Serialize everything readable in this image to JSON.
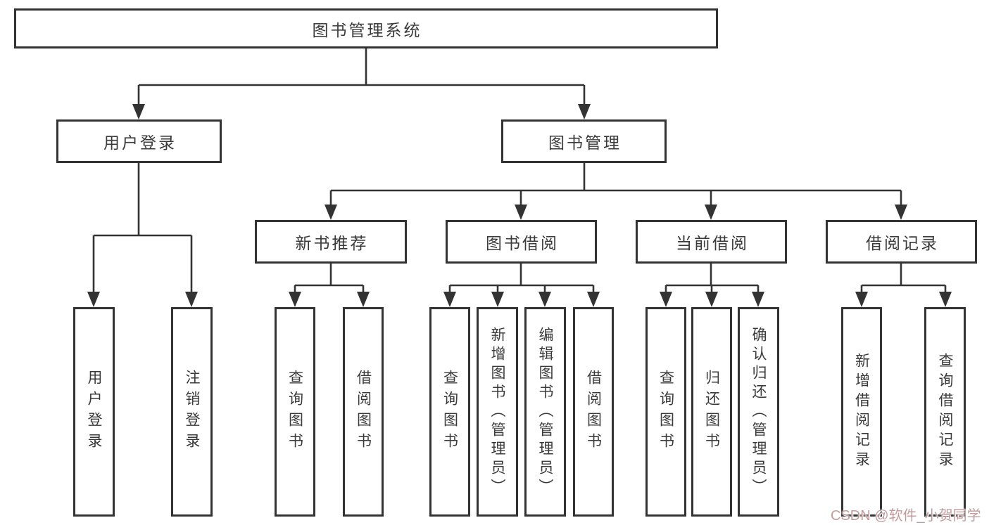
{
  "diagram": {
    "title": "图书管理系统",
    "tree": {
      "label": "图书管理系统",
      "children": [
        {
          "label": "用户登录",
          "children": [
            {
              "label": "用户登录"
            },
            {
              "label": "注销登录"
            }
          ]
        },
        {
          "label": "图书管理",
          "children": [
            {
              "label": "新书推荐",
              "children": [
                {
                  "label": "查询图书"
                },
                {
                  "label": "借阅图书"
                }
              ]
            },
            {
              "label": "图书借阅",
              "children": [
                {
                  "label": "查询图书"
                },
                {
                  "label": "新增图书（管理员）"
                },
                {
                  "label": "编辑图书（管理员）"
                },
                {
                  "label": "借阅图书"
                }
              ]
            },
            {
              "label": "当前借阅",
              "children": [
                {
                  "label": "查询图书"
                },
                {
                  "label": "归还图书"
                },
                {
                  "label": "确认归还（管理员）"
                }
              ]
            },
            {
              "label": "借阅记录",
              "children": [
                {
                  "label": "新增借阅记录"
                },
                {
                  "label": "查询借阅记录"
                }
              ]
            }
          ]
        }
      ]
    },
    "colors": {
      "line": "#333333",
      "box_border": "#333333",
      "text": "#3a3a3a",
      "background": "#ffffff"
    }
  },
  "watermark": {
    "text": "CSDN @软件_小贺同学",
    "color": "#c29c9c"
  }
}
